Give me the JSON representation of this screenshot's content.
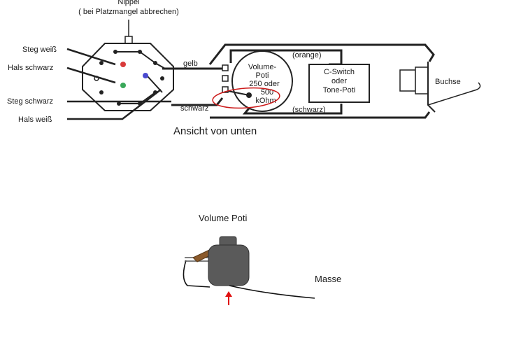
{
  "wiring_diagram": {
    "nipple_label": "Nippel",
    "nipple_note": "( bei Platzmangel abbrechen)",
    "labels_left": {
      "steg_weiss": "Steg weiß",
      "hals_schwarz": "Hals schwarz",
      "steg_schwarz": "Steg schwarz",
      "hals_weiss": "Hals weiß"
    },
    "wire_gelb": "gelb",
    "wire_schwarz": "schwarz",
    "wire_orange": "(orange)",
    "wire_schwarz2": "(schwarz)",
    "volume_poti": [
      "Volume-",
      "Poti",
      "250 oder",
      "500",
      "kOhm"
    ],
    "c_switch": [
      "C-Switch",
      "oder",
      "Tone-Poti"
    ],
    "buchse": "Buchse",
    "caption": "Ansicht von unten"
  },
  "detail": {
    "title": "Volume Poti",
    "masse": "Masse"
  },
  "colors": {
    "dot_red": "#d93a3a",
    "dot_green": "#3aa85a",
    "dot_blue": "#4a4ad0",
    "highlight_ellipse": "#cc1a1a",
    "arrow": "#e01010",
    "pot_body": "#5a5a5a",
    "lug": "#8b5a2b"
  }
}
